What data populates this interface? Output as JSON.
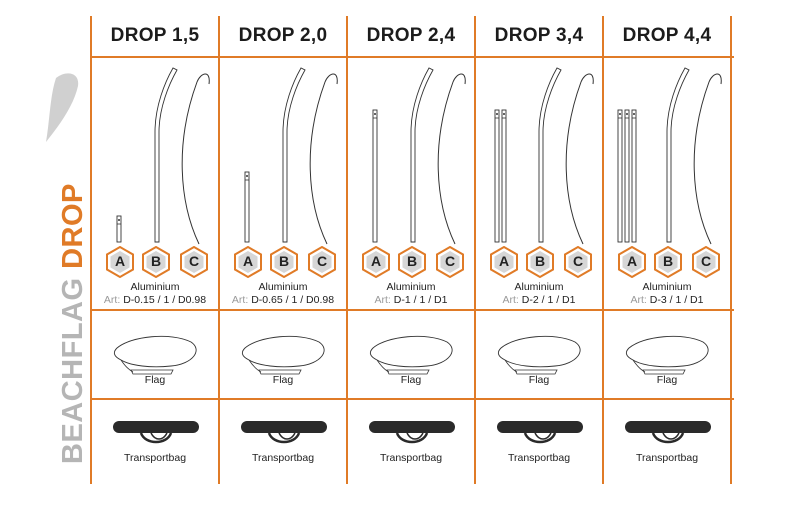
{
  "brand": {
    "word1": "BEACHFLAG",
    "word2": "DROP",
    "color1": "#b5b5b5",
    "color2": "#e07b27"
  },
  "accent": "#e07b27",
  "columns": [
    {
      "title": "DROP 1,5",
      "material": "Aluminium",
      "art_label": "Art:",
      "art": "D-0.15 / 1 / D0.98",
      "flag": "Flag",
      "bag": "Transportbag",
      "poles_a": 1,
      "a_height": "short"
    },
    {
      "title": "DROP 2,0",
      "material": "Aluminium",
      "art_label": "Art:",
      "art": "D-0.65 / 1 / D0.98",
      "flag": "Flag",
      "bag": "Transportbag",
      "poles_a": 1,
      "a_height": "medium"
    },
    {
      "title": "DROP 2,4",
      "material": "Aluminium",
      "art_label": "Art:",
      "art": "D-1 / 1 / D1",
      "flag": "Flag",
      "bag": "Transportbag",
      "poles_a": 1,
      "a_height": "full"
    },
    {
      "title": "DROP 3,4",
      "material": "Aluminium",
      "art_label": "Art:",
      "art": "D-2 / 1 / D1",
      "flag": "Flag",
      "bag": "Transportbag",
      "poles_a": 2,
      "a_height": "full"
    },
    {
      "title": "DROP 4,4",
      "material": "Aluminium",
      "art_label": "Art:",
      "art": "D-3 / 1 / D1",
      "flag": "Flag",
      "bag": "Transportbag",
      "poles_a": 3,
      "a_height": "full"
    }
  ],
  "parts": [
    "A",
    "B",
    "C"
  ]
}
